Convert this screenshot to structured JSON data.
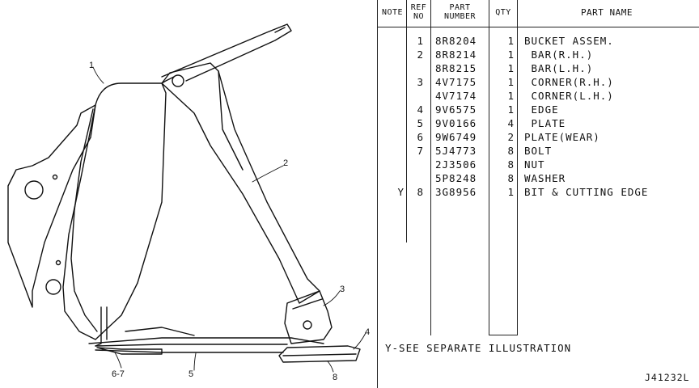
{
  "drawing": {
    "callouts": [
      "1",
      "2",
      "3",
      "4",
      "5",
      "6-7",
      "8"
    ]
  },
  "table": {
    "headers": {
      "note": "NOTE",
      "ref_no": [
        "REF",
        "NO"
      ],
      "part_number": [
        "PART",
        "NUMBER"
      ],
      "qty": "QTY",
      "part_name": "PART NAME"
    },
    "rows": [
      {
        "note": "",
        "ref": "1",
        "part_number": "8R8204",
        "qty": "1",
        "name": "BUCKET ASSEM."
      },
      {
        "note": "",
        "ref": "2",
        "part_number": "8R8214",
        "qty": "1",
        "name": " BAR(R.H.)"
      },
      {
        "note": "",
        "ref": "",
        "part_number": "8R8215",
        "qty": "1",
        "name": " BAR(L.H.)"
      },
      {
        "note": "",
        "ref": "3",
        "part_number": "4V7175",
        "qty": "1",
        "name": " CORNER(R.H.)"
      },
      {
        "note": "",
        "ref": "",
        "part_number": "4V7174",
        "qty": "1",
        "name": " CORNER(L.H.)"
      },
      {
        "note": "",
        "ref": "4",
        "part_number": "9V6575",
        "qty": "1",
        "name": " EDGE"
      },
      {
        "note": "",
        "ref": "5",
        "part_number": "9V0166",
        "qty": "4",
        "name": " PLATE"
      },
      {
        "note": "",
        "ref": "6",
        "part_number": "9W6749",
        "qty": "2",
        "name": "PLATE(WEAR)"
      },
      {
        "note": "",
        "ref": "7",
        "part_number": "5J4773",
        "qty": "8",
        "name": "BOLT"
      },
      {
        "note": "",
        "ref": "",
        "part_number": "2J3506",
        "qty": "8",
        "name": "NUT"
      },
      {
        "note": "",
        "ref": "",
        "part_number": "5P8248",
        "qty": "8",
        "name": "WASHER"
      },
      {
        "note": "Y",
        "ref": "8",
        "part_number": "3G8956",
        "qty": "1",
        "name": "BIT & CUTTING EDGE"
      }
    ],
    "footnote": "Y-SEE SEPARATE ILLUSTRATION",
    "illustration_no": "J41232L"
  }
}
